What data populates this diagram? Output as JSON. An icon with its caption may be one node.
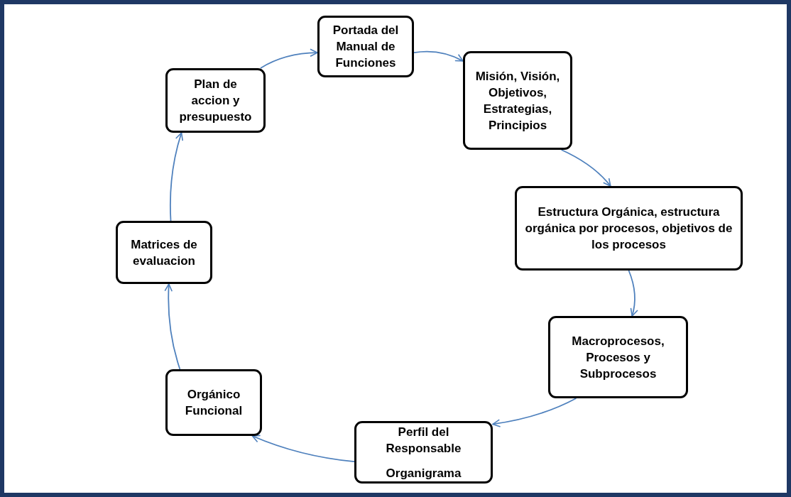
{
  "diagram": {
    "nodes": [
      {
        "text": [
          "Portada del Manual de Funciones"
        ]
      },
      {
        "text": [
          "Misión, Visión, Objetivos, Estrategias, Principios"
        ]
      },
      {
        "text": [
          "Estructura Orgánica, estructura orgánica por procesos, objetivos de los procesos"
        ]
      },
      {
        "text": [
          "Macroprocesos, Procesos y Subprocesos"
        ]
      },
      {
        "text": [
          "Perfil del Responsable",
          "Organigrama"
        ]
      },
      {
        "text": [
          "Orgánico Funcional"
        ]
      },
      {
        "text": [
          "Matrices de evaluacion"
        ]
      },
      {
        "text": [
          "Plan de accion y presupuesto"
        ]
      }
    ],
    "edges": [
      {
        "from": 0,
        "to": 1,
        "arrow": "to"
      },
      {
        "from": 1,
        "to": 2,
        "arrow": "to"
      },
      {
        "from": 2,
        "to": 3,
        "arrow": "to"
      },
      {
        "from": 3,
        "to": 4,
        "arrow": "to"
      },
      {
        "from": 4,
        "to": 5,
        "arrow": "to"
      },
      {
        "from": 5,
        "to": 6,
        "arrow": "to"
      },
      {
        "from": 6,
        "to": 7,
        "arrow": "to"
      },
      {
        "from": 7,
        "to": 0,
        "arrow": "to"
      }
    ]
  }
}
